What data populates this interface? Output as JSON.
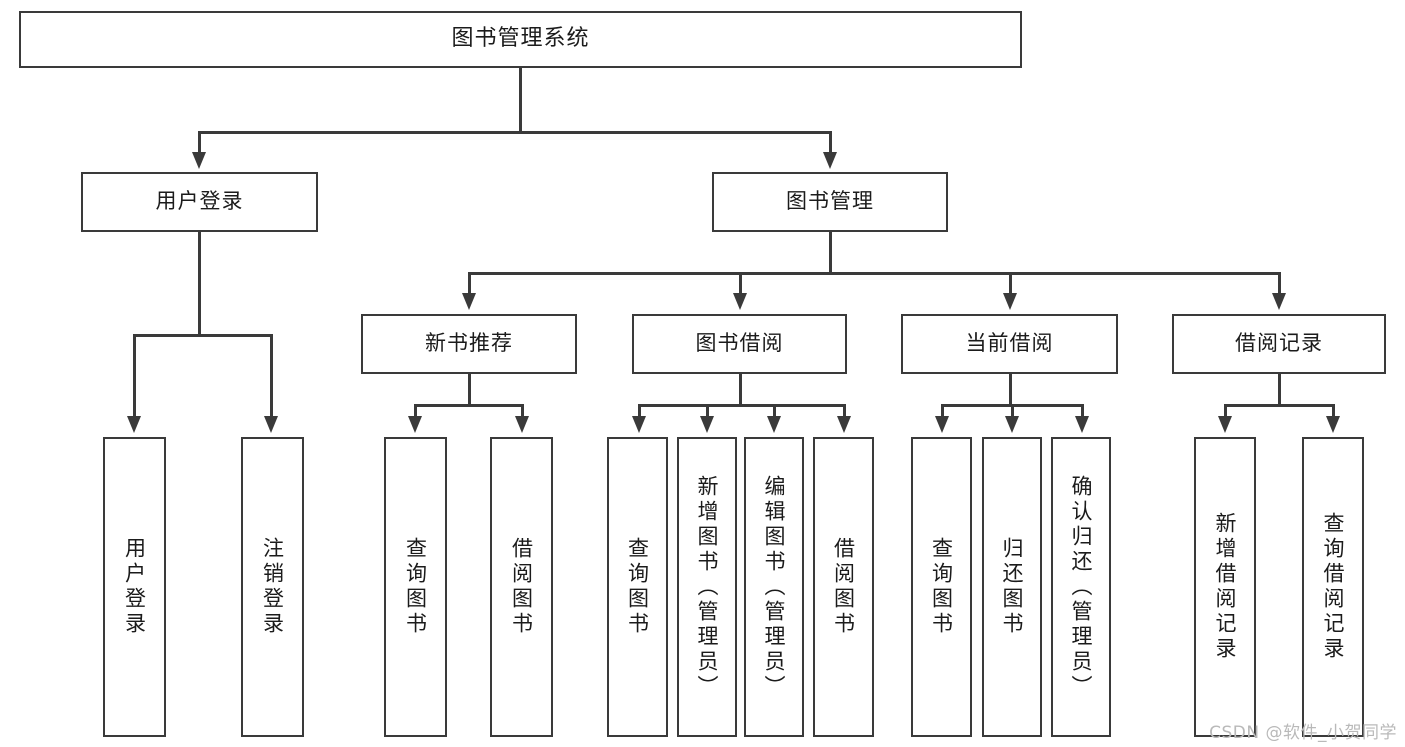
{
  "diagram": {
    "title": "图书管理系统",
    "root": {
      "label": "图书管理系统"
    },
    "level2": [
      {
        "label": "用户登录"
      },
      {
        "label": "图书管理"
      }
    ],
    "level3": [
      {
        "label": "新书推荐"
      },
      {
        "label": "图书借阅"
      },
      {
        "label": "当前借阅"
      },
      {
        "label": "借阅记录"
      }
    ],
    "leaves": {
      "user_login": [
        {
          "label": "用户登录"
        },
        {
          "label": "注销登录"
        }
      ],
      "new_book": [
        {
          "label": "查询图书"
        },
        {
          "label": "借阅图书"
        }
      ],
      "book_borrow": [
        {
          "label": "查询图书"
        },
        {
          "label": "新增图书（管理员）"
        },
        {
          "label": "编辑图书（管理员）"
        },
        {
          "label": "借阅图书"
        }
      ],
      "current_borrow": [
        {
          "label": "查询图书"
        },
        {
          "label": "归还图书"
        },
        {
          "label": "确认归还（管理员）"
        }
      ],
      "borrow_record": [
        {
          "label": "新增借阅记录"
        },
        {
          "label": "查询借阅记录"
        }
      ]
    }
  },
  "watermark": {
    "text": "CSDN @软件_小贺同学"
  },
  "colors": {
    "stroke": "#3a3a3a",
    "text": "#1b1b1b",
    "background": "#ffffff",
    "watermark": "#b9b9b9"
  }
}
